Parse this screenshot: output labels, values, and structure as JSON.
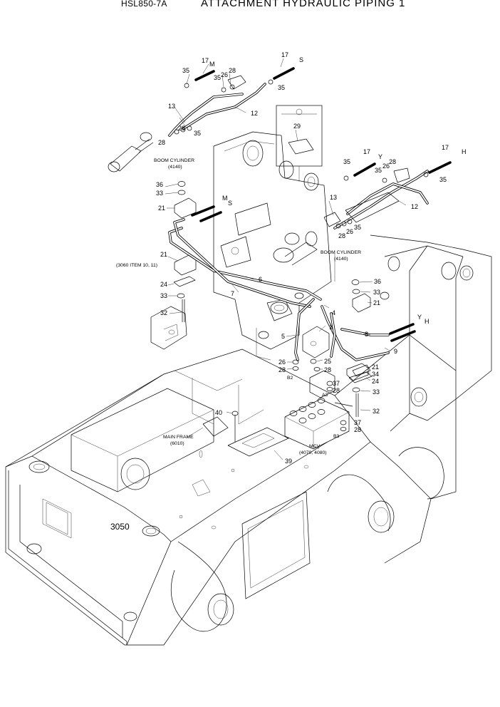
{
  "header": {
    "doc_code": "HSL850-7A",
    "title": "ATTACHMENT HYDRAULIC PIPING 1"
  },
  "callouts": {
    "n1": "1",
    "n4": "4",
    "n5": "5",
    "n6": "6",
    "n7": "7",
    "n8": "8",
    "n9": "9",
    "n12a": "12",
    "n12b": "12",
    "n13a": "13",
    "n13b": "13",
    "n17a": "17",
    "n17b": "17",
    "n17c": "17",
    "n17d": "17",
    "n21a": "21",
    "n21b": "21",
    "n21c": "21",
    "n21d": "21",
    "n24a": "24",
    "n24b": "24",
    "n25": "25",
    "n26a": "26",
    "n26b": "26",
    "n26c": "26",
    "n26d": "26",
    "n28a": "28",
    "n28b": "28",
    "n28c": "28",
    "n28d": "28",
    "n28e": "28",
    "n28f": "28",
    "n28g": "28",
    "n28h": "28",
    "n29": "29",
    "n32a": "32",
    "n32b": "32",
    "n33a": "33",
    "n33b": "33",
    "n33c": "33",
    "n33d": "33",
    "n34": "34",
    "n35a": "35",
    "n35b": "35",
    "n35c": "35",
    "n35d": "35",
    "n35e": "35",
    "n35f": "35",
    "n35g": "35",
    "n36a": "36",
    "n36b": "36",
    "n37a": "37",
    "n37b": "37",
    "n39": "39",
    "n40": "40"
  },
  "port_letters": {
    "m1": "M",
    "s1": "S",
    "m2": "M",
    "s2": "S",
    "y1": "Y",
    "h1": "H",
    "y2": "Y",
    "h2": "H",
    "b2": "B2",
    "a3": "A3",
    "b3": "B3"
  },
  "notes": {
    "boom_cyl_left_1": "BOOM CYLINDER",
    "boom_cyl_left_2": "(4140)",
    "boom_cyl_right_1": "BOOM CYLINDER",
    "boom_cyl_right_2": "(4140)",
    "item_ref": "(3060 ITEM 10, 11)",
    "main_frame_1": "MAIN FRAME",
    "main_frame_2": "(6010)",
    "mcv_1": "MCV",
    "mcv_2": "(4070, 4080)",
    "section": "3050"
  }
}
